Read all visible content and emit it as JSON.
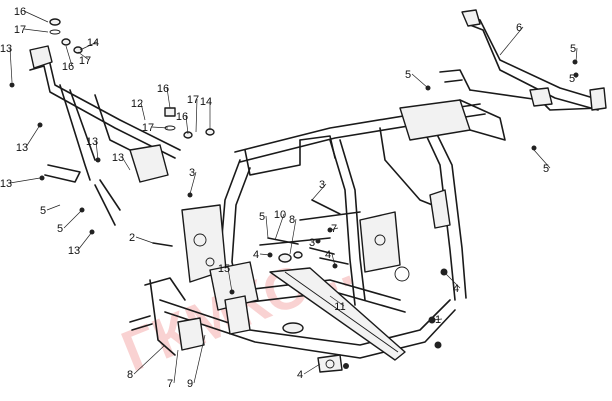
{
  "diagram": {
    "watermark": "ГКМКС...",
    "colors": {
      "line": "#1a1a1a",
      "watermark": "#e53935",
      "background": "#ffffff"
    },
    "callouts": [
      {
        "label": "16"
      },
      {
        "label": "17"
      },
      {
        "label": "14"
      },
      {
        "label": "16"
      },
      {
        "label": "17"
      },
      {
        "label": "13"
      },
      {
        "label": "6"
      },
      {
        "label": "5"
      },
      {
        "label": "5"
      },
      {
        "label": "5"
      },
      {
        "label": "16"
      },
      {
        "label": "12"
      },
      {
        "label": "17"
      },
      {
        "label": "14"
      },
      {
        "label": "16"
      },
      {
        "label": "17"
      },
      {
        "label": "13"
      },
      {
        "label": "13"
      },
      {
        "label": "13"
      },
      {
        "label": "13"
      },
      {
        "label": "5"
      },
      {
        "label": "5"
      },
      {
        "label": "5"
      },
      {
        "label": "13"
      },
      {
        "label": "3"
      },
      {
        "label": "3"
      },
      {
        "label": "10"
      },
      {
        "label": "8"
      },
      {
        "label": "5"
      },
      {
        "label": "2"
      },
      {
        "label": "7"
      },
      {
        "label": "3"
      },
      {
        "label": "4"
      },
      {
        "label": "15"
      },
      {
        "label": "4"
      },
      {
        "label": "11"
      },
      {
        "label": "4"
      },
      {
        "label": "1"
      },
      {
        "label": "8"
      },
      {
        "label": "7"
      },
      {
        "label": "9"
      },
      {
        "label": "4"
      }
    ]
  }
}
